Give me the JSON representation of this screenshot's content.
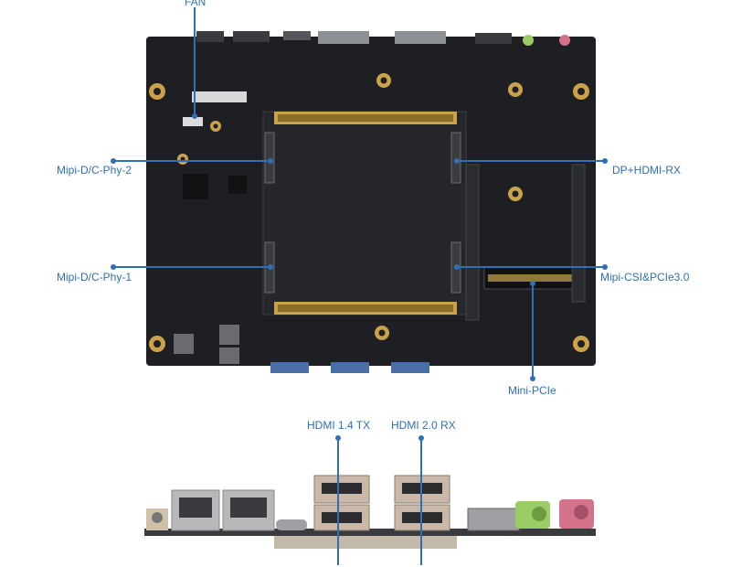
{
  "callouts": {
    "fan": "FAN",
    "mipi_phy2": "Mipi-D/C-Phy-2",
    "mipi_phy1": "Mipi-D/C-Phy-1",
    "dp_hdmi_rx": "DP+HDMI-RX",
    "mipi_csi_pcie": "Mipi-CSI&PCIe3.0",
    "mini_pcie": "Mini-PCIe",
    "hdmi_tx": "HDMI 1.4 TX",
    "hdmi_rx": "HDMI 2.0 RX"
  },
  "colors": {
    "accent": "#2f6fb6",
    "pcb": "#1e1f22",
    "gold": "#c9a24a",
    "hdmi_silver": "#c9b8a8",
    "audio_green": "#9ccc65",
    "audio_pink": "#d4728a"
  }
}
